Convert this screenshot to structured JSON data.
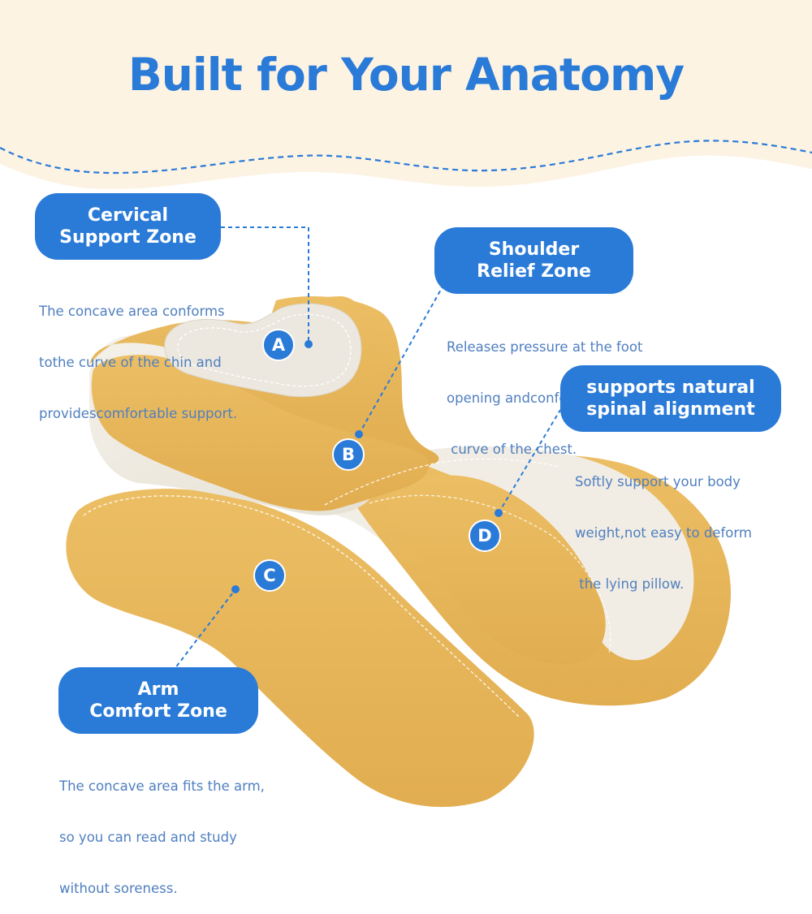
{
  "header": {
    "title": "Built for Your Anatomy"
  },
  "zones": {
    "a": {
      "marker": "A",
      "title_line1": "Cervical",
      "title_line2": "Support Zone",
      "desc_line1": "The concave area conforms",
      "desc_line2": "tothe curve of the chin and",
      "desc_line3": "providescomfortable support."
    },
    "b": {
      "marker": "B",
      "title_line1": "Shoulder",
      "title_line2": "Relief Zone",
      "desc_line1": "Releases pressure at the foot",
      "desc_line2": "opening andconforms to the",
      "desc_line3": " curve of the chest."
    },
    "c": {
      "marker": "C",
      "title_line1": "Arm",
      "title_line2": "Comfort Zone",
      "desc_line1": "The concave area fits the arm,",
      "desc_line2": "so you can read and study",
      "desc_line3": "without soreness."
    },
    "d": {
      "marker": "D",
      "title_line1": "supports natural",
      "title_line2": "spinal alignment",
      "desc_line1": "Softly support your body",
      "desc_line2": "weight,not easy to deform",
      "desc_line3": " the lying pillow."
    }
  },
  "colors": {
    "accent_blue": "#2a7bd8",
    "banner_cream": "#fdf3e3",
    "pillow_mustard": "#e3b357",
    "pillow_white": "#efece3",
    "desc_text": "#4f7fc0"
  }
}
